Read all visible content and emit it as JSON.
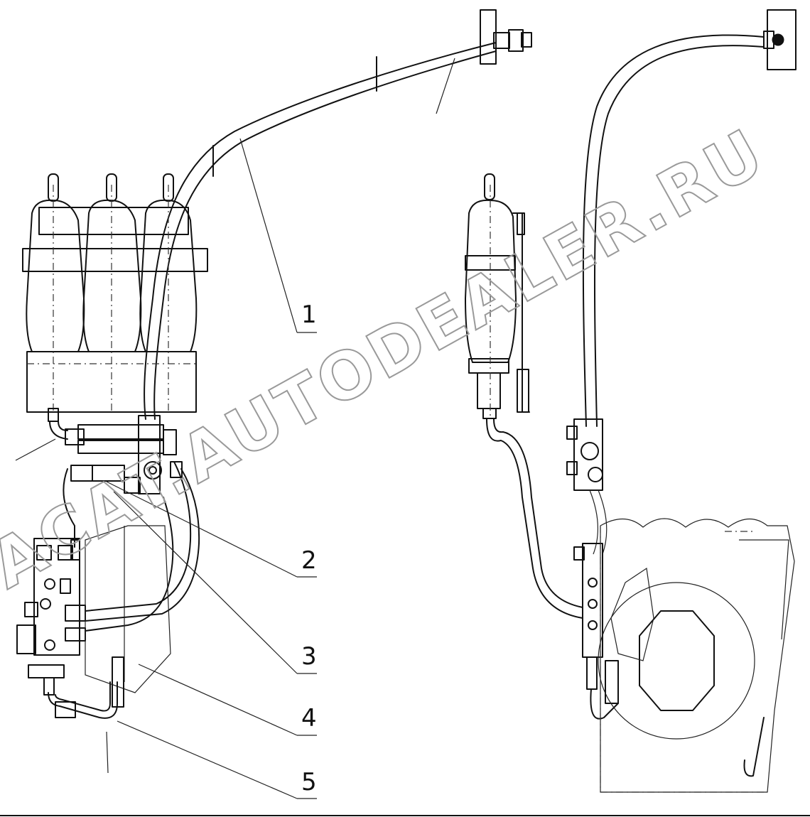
{
  "callouts": [
    {
      "id": "1",
      "label": "1"
    },
    {
      "id": "2",
      "label": "2"
    },
    {
      "id": "3",
      "label": "3"
    },
    {
      "id": "4",
      "label": "4"
    },
    {
      "id": "5",
      "label": "5"
    }
  ],
  "watermark": {
    "text": "ACAT.AUTODEALER.RU"
  },
  "colors": {
    "line": "#111111",
    "watermark": "#9a9a9a",
    "background": "#ffffff"
  }
}
